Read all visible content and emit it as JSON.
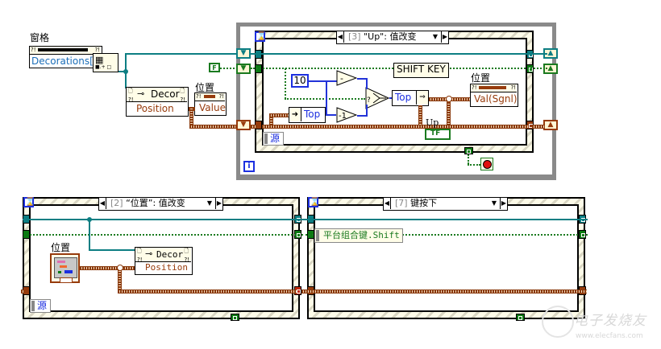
{
  "diagram": {
    "top_left": {
      "pane_label": "窗格",
      "pane_control_text": "Decorations[]",
      "property_node": {
        "class": "Decor",
        "property": "Position"
      },
      "position_label": "位置",
      "position_indicator": "Value",
      "false_constant": "F"
    },
    "while_loop": {
      "iteration_terminal": "i",
      "stop_icon": "stop-button"
    },
    "event_case_top": {
      "selector_index": "[3]",
      "selector_label": "\"Up\": 值改变",
      "source_label": "源",
      "constant_10": "10",
      "shift_key_label": "SHIFT KEY",
      "decrement_label": "-",
      "negate_label": "-1",
      "unbundle_top_in": "Top",
      "bundle_top_out": "Top",
      "position_label": "位置",
      "val_sgnl": "Val(Sgnl)",
      "up_label": "Up",
      "up_terminal": "TF"
    },
    "event_case_bottom_left": {
      "selector_index": "[2]",
      "selector_label": "“位置”: 值改变",
      "source_label": "源",
      "position_label": "位置",
      "property_node": {
        "class": "Decor",
        "property": "Position"
      }
    },
    "event_case_bottom_right": {
      "selector_index": "[7]",
      "selector_label": "键按下",
      "shift_node": "平台组合键.Shift"
    },
    "watermark": {
      "title": "电子发烧友",
      "url": "www.elecfans.com"
    }
  }
}
